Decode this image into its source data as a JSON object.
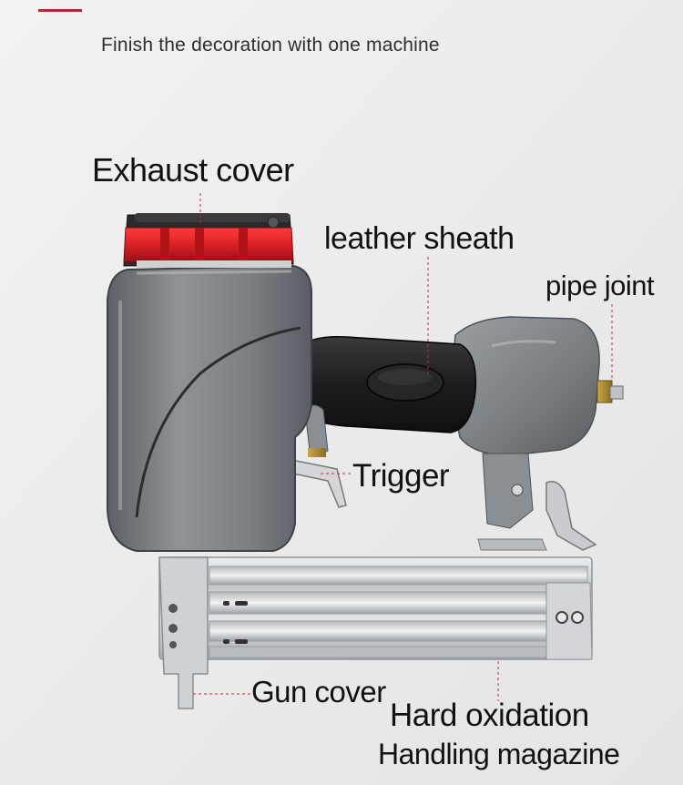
{
  "tagline": "Finish the decoration with one machine",
  "labels": {
    "exhaust_cover": "Exhaust cover",
    "leather_sheath": "leather sheath",
    "pipe_joint": "pipe joint",
    "trigger": "Trigger",
    "gun_cover": "Gun cover",
    "hard_oxidation": "Hard oxidation",
    "handling_magazine": "Handling magazine"
  },
  "colors": {
    "background": "#ececec",
    "accent": "#b0283a",
    "exhaust_red": "#d51f24",
    "body_gray": "#7e8388",
    "grip_black": "#1d1d1f",
    "magazine_silver": "#c9cbcd",
    "leader_line": "#c0323c"
  }
}
